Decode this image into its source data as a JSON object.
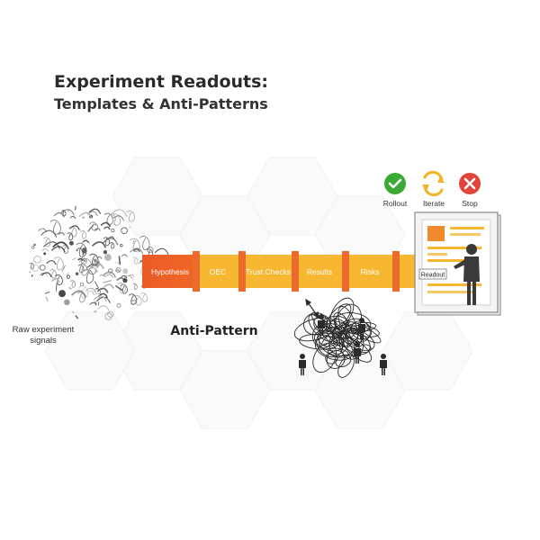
{
  "header": {
    "title": "Experiment Readouts:",
    "subtitle": "Templates & Anti-Patterns"
  },
  "left": {
    "label_line1": "Raw experiment",
    "label_line2": "signals"
  },
  "pipeline": {
    "stages": [
      "Hypothesis",
      "OEC",
      "Trust Checks",
      "Results",
      "Risks"
    ]
  },
  "anti_pattern_label": "Anti-Pattern",
  "readout_label": "Readout",
  "decisions": [
    {
      "label": "Rollout",
      "icon": "check-icon",
      "color": "#3aa935"
    },
    {
      "label": "Iterate",
      "icon": "refresh-icon",
      "color": "#f4b322"
    },
    {
      "label": "Stop",
      "icon": "x-icon",
      "color": "#e0443a"
    }
  ],
  "colors": {
    "band_start": "#ee6a2c",
    "band": "#f7b731",
    "divider": "#ec6a2b"
  }
}
